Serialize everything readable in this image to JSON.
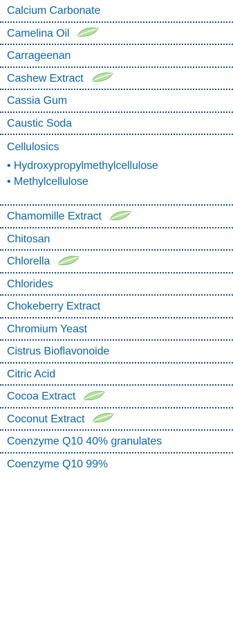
{
  "items": [
    {
      "label": "Calcium Carbonate",
      "leaf": false
    },
    {
      "label": "Camelina Oil",
      "leaf": true
    },
    {
      "label": "Carrageenan",
      "leaf": false
    },
    {
      "label": "Cashew Extract",
      "leaf": true
    },
    {
      "label": "Cassia Gum",
      "leaf": false
    },
    {
      "label": "Caustic Soda",
      "leaf": false
    },
    {
      "label": "Cellulosics",
      "leaf": false,
      "subitems": [
        "• Hydroxypropylmethylcellulose",
        "• Methylcellulose"
      ]
    },
    {
      "label": "Chamomille Extract",
      "leaf": true
    },
    {
      "label": "Chitosan",
      "leaf": false
    },
    {
      "label": "Chlorella",
      "leaf": true
    },
    {
      "label": "Chlorides",
      "leaf": false
    },
    {
      "label": "Chokeberry Extract",
      "leaf": false
    },
    {
      "label": "Chromium Yeast",
      "leaf": false
    },
    {
      "label": "Cistrus Bioflavonoide",
      "leaf": false
    },
    {
      "label": "Citric Acid",
      "leaf": false
    },
    {
      "label": "Cocoa Extract",
      "leaf": true
    },
    {
      "label": "Coconut Extract",
      "leaf": true
    },
    {
      "label": "Coenzyme Q10 40% granulates",
      "leaf": false
    },
    {
      "label": "Coenzyme Q10 99%",
      "leaf": false
    }
  ],
  "colors": {
    "text": "#0f67a8",
    "divider": "#1e4f86",
    "leaf_fill": "#b7dea2",
    "leaf_stroke": "#7fbf6a"
  },
  "icons": {
    "leaf": "leaf-icon"
  }
}
